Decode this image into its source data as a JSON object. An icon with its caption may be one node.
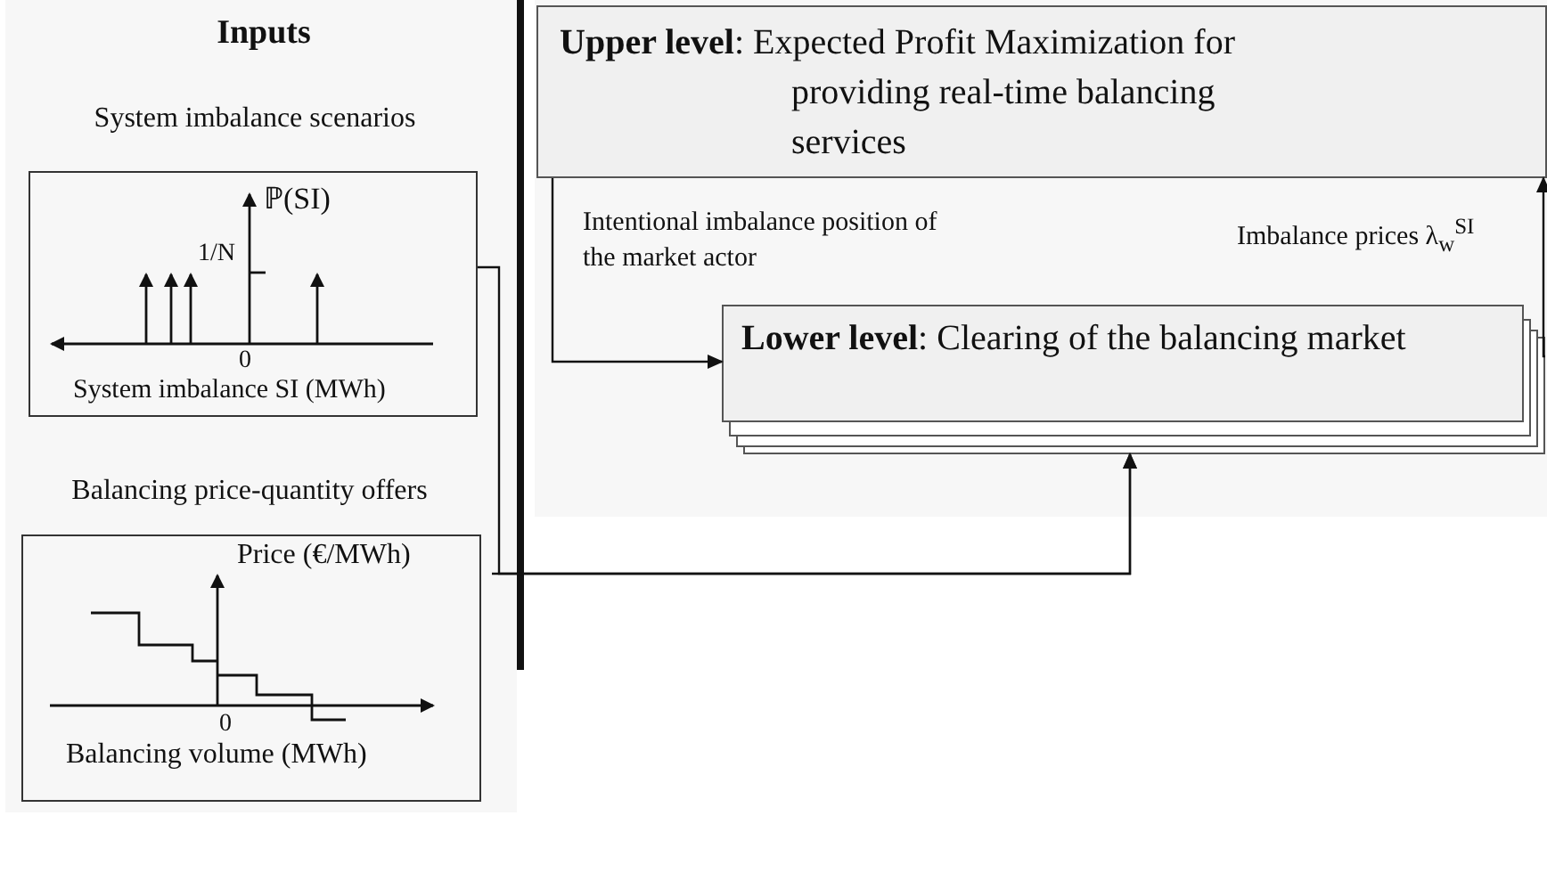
{
  "diagram": {
    "nodes": [
      {
        "text": [
          "Inputs"
        ]
      },
      {
        "text": [
          "System imbalance scenarios",
          "ℙ(SI)",
          "1/N",
          "0",
          "System imbalance SI (MWh)"
        ],
        "in": 0
      },
      {
        "text": [
          "Balancing price-quantity offers",
          "Price (€/MWh)",
          "0",
          "Balancing volume (MWh)"
        ],
        "in": 0
      },
      {
        "text": [],
        "shape": "box"
      },
      {
        "text": [
          "**Upper level**:   Expected Profit Maximization for providing real-time balancing services"
        ],
        "in": 3
      },
      {
        "text": [
          "**Lower level**:   Clearing of the balancing market"
        ],
        "in": 3
      }
    ],
    "edges": [
      {
        "from": 4,
        "to": 5,
        "arrow": "to",
        "label": "Intentional imbalance position of the market actor"
      },
      {
        "from": 5,
        "to": 4,
        "arrow": "to",
        "label": "Imbalance prices λ$_{w}$$^{SI}$"
      },
      {
        "from": 1,
        "to": 5,
        "arrow": "to"
      },
      {
        "from": 2,
        "to": 5,
        "arrow": "to"
      }
    ]
  }
}
